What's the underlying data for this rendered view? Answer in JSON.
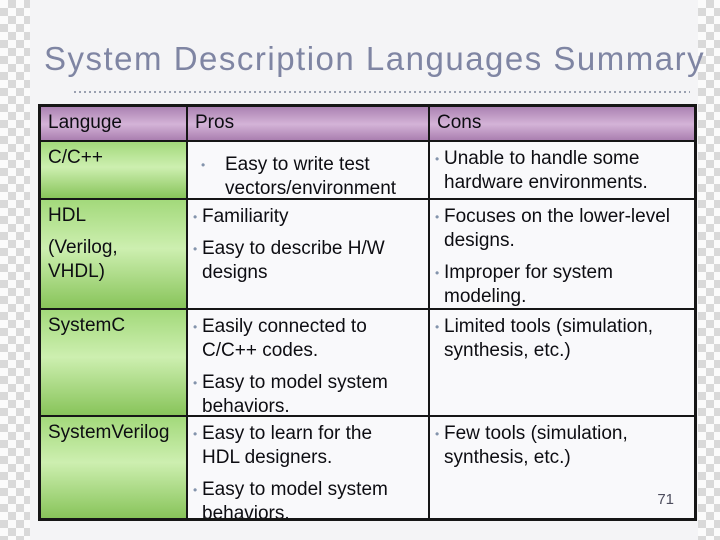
{
  "slide": {
    "title": "System Description Languages Summary",
    "page_number": "71"
  },
  "bullet_glyph": "•",
  "table": {
    "headers": [
      "Languge",
      "Pros",
      "Cons"
    ],
    "rows": [
      {
        "language_lines": [
          "C/C++"
        ],
        "pros": [
          "Easy to write test vectors/environment"
        ],
        "cons": [
          "Unable to handle some hardware environments."
        ]
      },
      {
        "language_lines": [
          "HDL",
          "(Verilog,",
          "VHDL)"
        ],
        "pros": [
          "Familiarity",
          "Easy to describe H/W designs"
        ],
        "cons": [
          "Focuses on the lower-level designs.",
          "Improper for system modeling."
        ]
      },
      {
        "language_lines": [
          "SystemC"
        ],
        "pros": [
          "Easily connected to C/C++ codes.",
          "Easy to model system behaviors."
        ],
        "cons": [
          "Limited tools (simulation, synthesis, etc.)"
        ]
      },
      {
        "language_lines": [
          "SystemVerilog"
        ],
        "pros": [
          "Easy to learn for the HDL designers.",
          "Easy to model system behaviors."
        ],
        "cons": [
          "Few tools (simulation, synthesis, etc.)"
        ]
      }
    ]
  },
  "colors": {
    "title_text": "#7f85a3",
    "header_bg": "#c8a2ca",
    "language_bg": "#a9dc7f",
    "body_text": "#0d0d12",
    "bullet": "#8494ac",
    "table_border": "#161616",
    "slide_bg": "#f4f4f6",
    "cell_bg": "#f9f9fb",
    "checker_gray": "#d9d9d9"
  }
}
